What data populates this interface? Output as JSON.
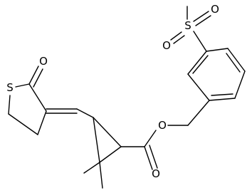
{
  "molecule": {
    "atoms": {
      "s_sulfone": "S",
      "o_sulfone_top": "O",
      "o_sulfone_left": "O",
      "o_ester_ether": "O",
      "o_ester_carbonyl": "O",
      "s_ring": "S",
      "o_lactone_carbonyl": "O"
    }
  }
}
